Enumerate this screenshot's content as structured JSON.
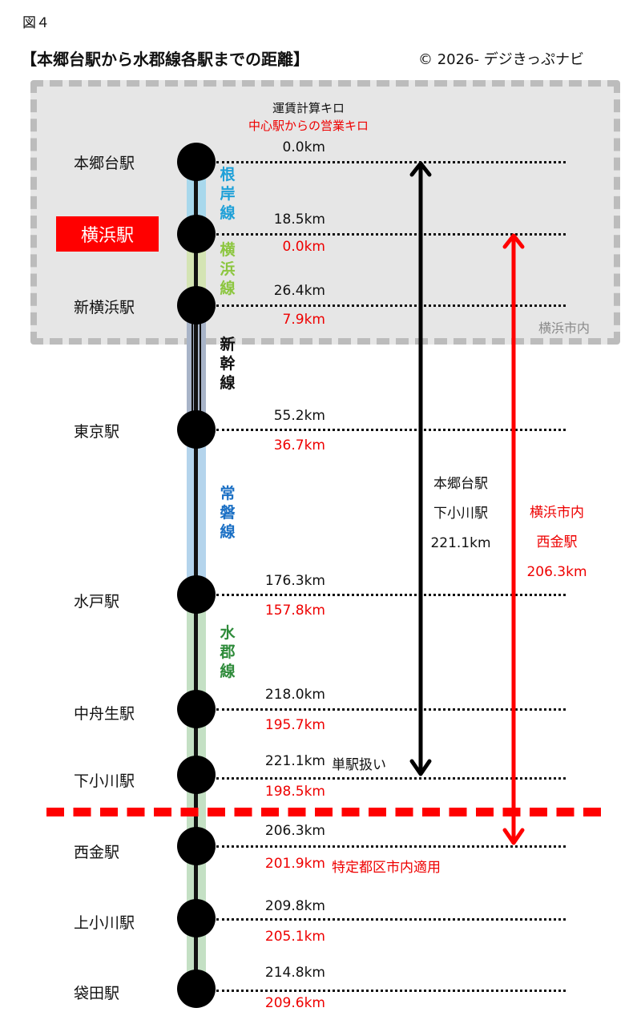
{
  "figure_label": "図４",
  "title": "【本郷台駅から水郡線各駅までの距離】",
  "copyright": "© 2026- デジきっぷナビ",
  "header": {
    "fare_km_label": "運賃計算キロ",
    "center_station_km_label": "中心駅からの営業キロ"
  },
  "city_zone": {
    "label": "横浜市内",
    "bg_color": "#e6e6e6",
    "border_color": "#bcbcbc"
  },
  "lines": [
    {
      "name": "根岸線",
      "color": "#1ea0d8",
      "bg": "#a8d8ec"
    },
    {
      "name": "横浜線",
      "color": "#8cc63f",
      "bg": "#d4e4b4"
    },
    {
      "name": "新幹線",
      "color": "#111111",
      "bg": "#a8b4c8"
    },
    {
      "name": "常磐線",
      "color": "#1a6fc4",
      "bg": "#b4d4ec"
    },
    {
      "name": "水郡線",
      "color": "#2e8b3a",
      "bg": "#c4e0c4"
    }
  ],
  "stations": [
    {
      "name": "本郷台駅",
      "fare_km": "0.0km",
      "center_km": ""
    },
    {
      "name": "横浜駅",
      "fare_km": "18.5km",
      "center_km": "0.0km",
      "highlight": true
    },
    {
      "name": "新横浜駅",
      "fare_km": "26.4km",
      "center_km": "7.9km"
    },
    {
      "name": "東京駅",
      "fare_km": "55.2km",
      "center_km": "36.7km"
    },
    {
      "name": "水戸駅",
      "fare_km": "176.3km",
      "center_km": "157.8km"
    },
    {
      "name": "中舟生駅",
      "fare_km": "218.0km",
      "center_km": "195.7km"
    },
    {
      "name": "下小川駅",
      "fare_km": "221.1km",
      "center_km": "198.5km",
      "note": "単駅扱い"
    },
    {
      "name": "西金駅",
      "fare_km": "206.3km",
      "center_km": "201.9km",
      "note": "特定都区市内適用"
    },
    {
      "name": "上小川駅",
      "fare_km": "209.8km",
      "center_km": "205.1km"
    },
    {
      "name": "袋田駅",
      "fare_km": "214.8km",
      "center_km": "209.6km"
    }
  ],
  "black_arrow": {
    "line1": "本郷台駅",
    "line2": "下小川駅",
    "line3": "221.1km"
  },
  "red_arrow": {
    "line1": "横浜市内",
    "line2": "西金駅",
    "line3": "206.3km"
  }
}
